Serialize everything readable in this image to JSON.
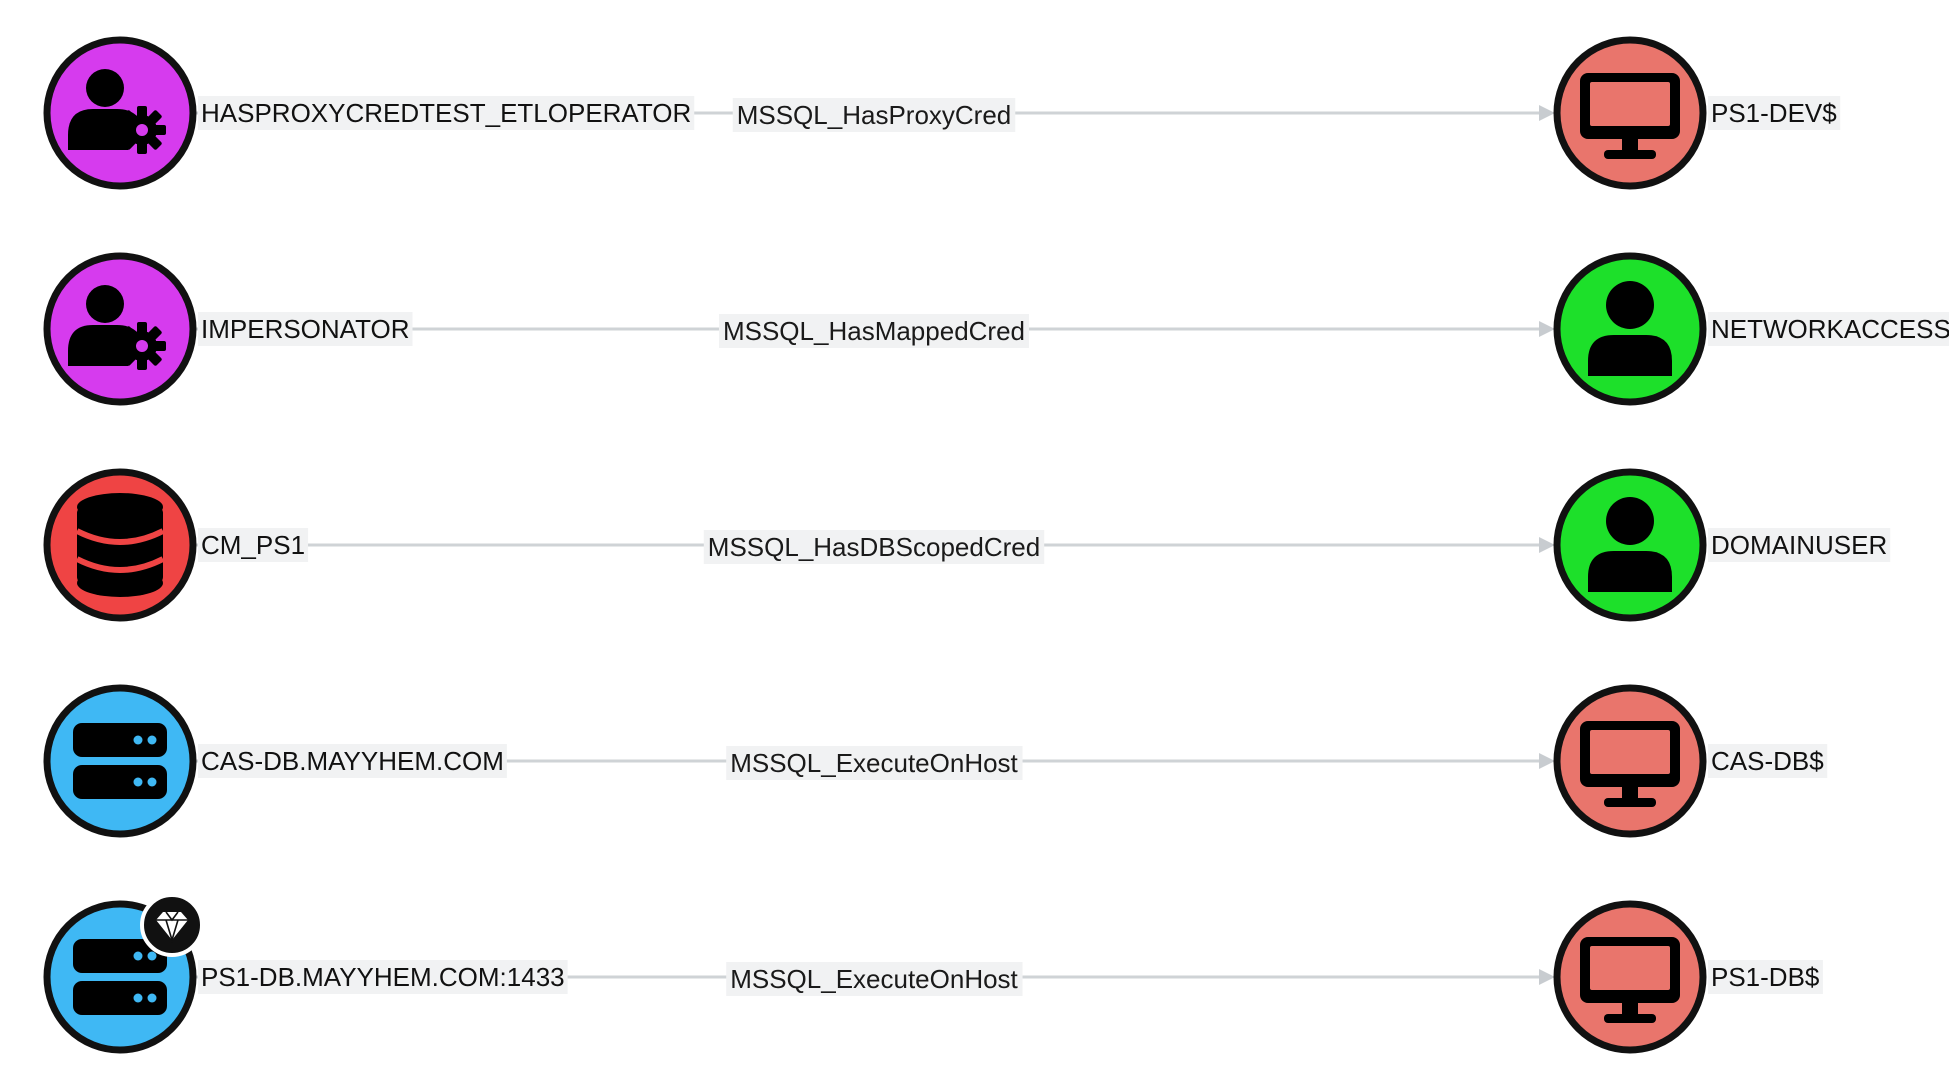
{
  "graph": {
    "colors": {
      "database_role": "#d63bee",
      "database": "#ef4444",
      "server": "#3fb8f4",
      "computer": "#e9756c",
      "user": "#1de02a",
      "edge": "#cfd3d6",
      "label_bg": "#f1f2f3"
    },
    "rows": [
      {
        "source": {
          "label": "HASPROXYCREDTEST_ETLOPERATOR",
          "icon": "user-gear-icon",
          "type": "database_role",
          "badge": null
        },
        "edge": "MSSQL_HasProxyCred",
        "target": {
          "label": "PS1-DEV$",
          "icon": "desktop-icon",
          "type": "computer"
        }
      },
      {
        "source": {
          "label": "IMPERSONATOR",
          "icon": "user-gear-icon",
          "type": "database_role",
          "badge": null
        },
        "edge": "MSSQL_HasMappedCred",
        "target": {
          "label": "NETWORKACCESS",
          "icon": "user-icon",
          "type": "user"
        }
      },
      {
        "source": {
          "label": "CM_PS1",
          "icon": "database-icon",
          "type": "database",
          "badge": null
        },
        "edge": "MSSQL_HasDBScopedCred",
        "target": {
          "label": "DOMAINUSER",
          "icon": "user-icon",
          "type": "user"
        }
      },
      {
        "source": {
          "label": "CAS-DB.MAYYHEM.COM",
          "icon": "server-icon",
          "type": "server",
          "badge": null
        },
        "edge": "MSSQL_ExecuteOnHost",
        "target": {
          "label": "CAS-DB$",
          "icon": "desktop-icon",
          "type": "computer"
        }
      },
      {
        "source": {
          "label": "PS1-DB.MAYYHEM.COM:1433",
          "icon": "server-icon",
          "type": "server",
          "badge": "gem-icon"
        },
        "edge": "MSSQL_ExecuteOnHost",
        "target": {
          "label": "PS1-DB$",
          "icon": "desktop-icon",
          "type": "computer"
        }
      }
    ]
  }
}
